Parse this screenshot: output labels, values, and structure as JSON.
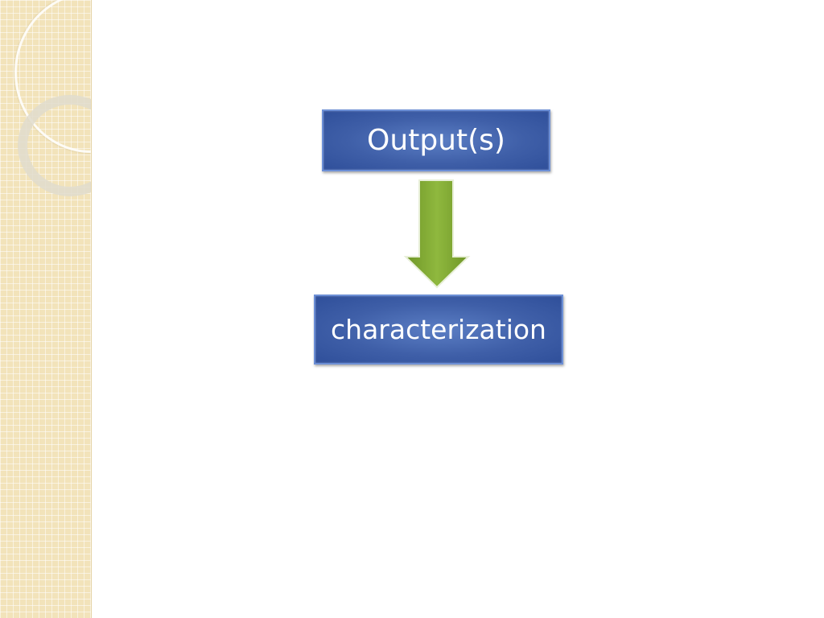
{
  "diagram": {
    "nodes": [
      {
        "id": "output",
        "label": "Output(s)"
      },
      {
        "id": "characterization",
        "label": "characterization"
      }
    ],
    "edges": [
      {
        "from": "output",
        "to": "characterization"
      }
    ]
  },
  "colors": {
    "box_fill": "#4a6cb5",
    "box_border": "#6c8fd6",
    "arrow_fill": "#86ac37",
    "sidebar": "#f2e3ba"
  }
}
